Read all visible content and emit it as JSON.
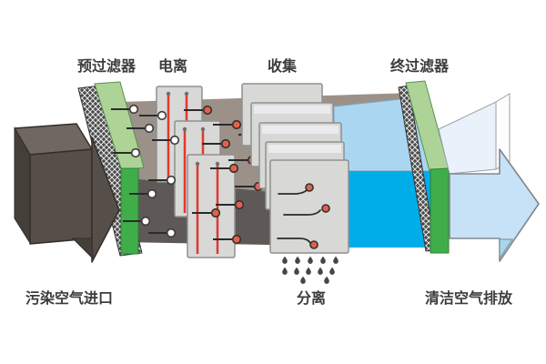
{
  "labels": {
    "prefilter": "预过滤器",
    "ionization": "电离",
    "collection": "收集",
    "final_filter": "终过滤器",
    "inlet": "污染空气进口",
    "separation": "分离",
    "outlet": "清洁空气排放"
  },
  "colors": {
    "background": "#ffffff",
    "label": "#3c3c3c",
    "duct_top": "#9b9189",
    "duct_bottom": "#5e5956",
    "filter_green": "#3fae49",
    "filter_green_light": "#aed397",
    "clean_air_front": "#00ade9",
    "clean_air_top": "#abd6f2",
    "exit_arrow": "#c7e1f6",
    "exit_arrow_top": "#e9f2fb",
    "exit_arrow_fold": "#a6d8ec",
    "inlet_arrow": "#564e48",
    "inlet_arrow_top": "#6f6760",
    "plate": "#d8d8d7",
    "wire_red": "#e0392a",
    "particle_charged": "#e4604e",
    "particle_neutral": "#ffffff",
    "ink": "#2b2b2b",
    "droplet": "#4a4541"
  }
}
